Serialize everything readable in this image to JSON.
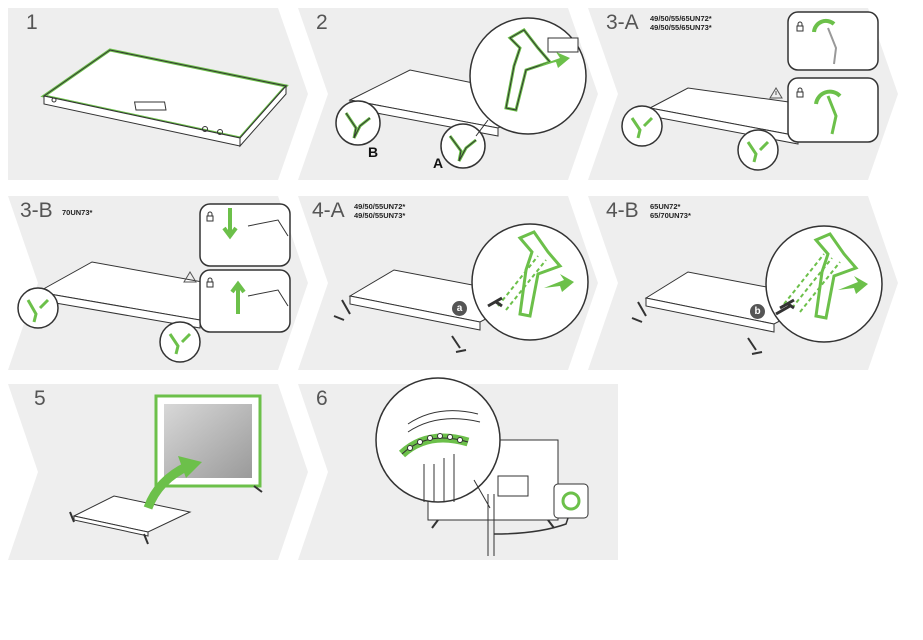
{
  "steps": [
    {
      "num": "1"
    },
    {
      "num": "2",
      "callouts": [
        "B",
        "A"
      ]
    },
    {
      "num": "3-A",
      "models": [
        "49/50/55/65UN72*",
        "49/50/55/65UN73*"
      ]
    },
    {
      "num": "3-B",
      "models": [
        "70UN73*"
      ]
    },
    {
      "num": "4-A",
      "models": [
        "49/50/55UN72*",
        "49/50/55UN73*"
      ],
      "badge": "a"
    },
    {
      "num": "4-B",
      "models": [
        "65UN72*",
        "65/70UN73*"
      ],
      "badge": "b"
    },
    {
      "num": "5"
    },
    {
      "num": "6"
    }
  ],
  "icons": [
    "lock-icon",
    "warning-icon",
    "arrow-icon",
    "power-plug-icon"
  ],
  "colors": {
    "panel_bg": "#eeeeee",
    "accent_green": "#6cc04a",
    "line": "#333333"
  }
}
